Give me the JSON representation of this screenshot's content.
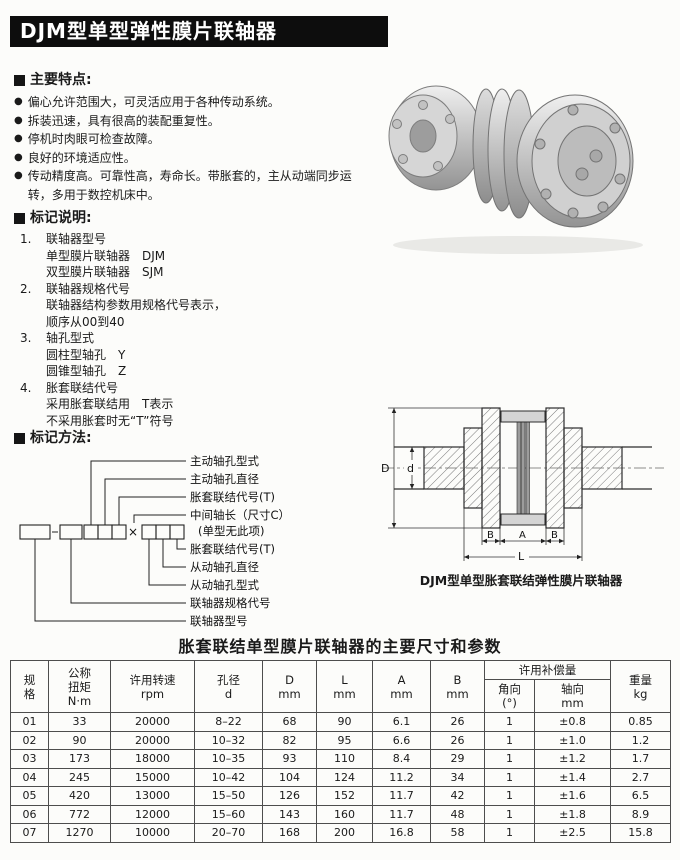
{
  "page": {
    "title": "DJM型单型弹性膜片联轴器"
  },
  "features": {
    "heading": "主要特点:",
    "bullet": "●",
    "items": [
      "偏心允许范围大，可灵活应用于各种传动系统。",
      "拆装迅速，具有很高的装配重复性。",
      "停机时肉眼可检查故障。",
      "良好的环境适应性。",
      "传动精度高。可靠性高，寿命长。带胀套的，主从动端同步运转，多用于数控机床中。"
    ]
  },
  "marking_notes": {
    "heading": "标记说明:",
    "items": [
      {
        "num": "1.",
        "lines": [
          "联轴器型号",
          "单型膜片联轴器　DJM",
          "双型膜片联轴器　SJM"
        ]
      },
      {
        "num": "2.",
        "lines": [
          "联轴器规格代号",
          "联轴器结构参数用规格代号表示，",
          "顺序从00到40"
        ]
      },
      {
        "num": "3.",
        "lines": [
          "轴孔型式",
          "圆柱型轴孔　Y",
          "圆锥型轴孔　Z"
        ]
      },
      {
        "num": "4.",
        "lines": [
          "胀套联结代号",
          "采用胀套联结用　T表示",
          "不采用胀套时无“T”符号"
        ]
      }
    ]
  },
  "marking_method": {
    "heading": "标记方法:",
    "times_sign": "×",
    "labels": [
      "主动轴孔型式",
      "主动轴孔直径",
      "胀套联结代号(T)",
      "中间轴长（尺寸C）",
      "(单型无此项)",
      "胀套联结代号(T)",
      "从动轴孔直径",
      "从动轴孔型式",
      "联轴器规格代号",
      "联轴器型号"
    ]
  },
  "drawing": {
    "caption": "DJM型单型胀套联结弹性膜片联轴器",
    "dims": {
      "D": "D",
      "d": "d",
      "B1": "B",
      "A": "A",
      "B2": "B",
      "L": "L"
    }
  },
  "table": {
    "title": "胀套联结单型膜片联轴器的主要尺寸和参数",
    "headers": {
      "spec": [
        "规",
        "格"
      ],
      "torque": [
        "公称",
        "扭矩",
        "N·m"
      ],
      "speed": [
        "许用转速",
        "rpm"
      ],
      "bore": [
        "孔径",
        "d"
      ],
      "D": [
        "D",
        "mm"
      ],
      "L": [
        "L",
        "mm"
      ],
      "A": [
        "A",
        "mm"
      ],
      "B": [
        "B",
        "mm"
      ],
      "comp": "许用补偿量",
      "angular": [
        "角向",
        "(°)"
      ],
      "axial": [
        "轴向",
        "mm"
      ],
      "weight": [
        "重量",
        "kg"
      ]
    },
    "rows": [
      [
        "01",
        "33",
        "20000",
        "8–22",
        "68",
        "90",
        "6.1",
        "26",
        "1",
        "±0.8",
        "0.85"
      ],
      [
        "02",
        "90",
        "20000",
        "10–32",
        "82",
        "95",
        "6.6",
        "26",
        "1",
        "±1.0",
        "1.2"
      ],
      [
        "03",
        "173",
        "18000",
        "10–35",
        "93",
        "110",
        "8.4",
        "29",
        "1",
        "±1.2",
        "1.7"
      ],
      [
        "04",
        "245",
        "15000",
        "10–42",
        "104",
        "124",
        "11.2",
        "34",
        "1",
        "±1.4",
        "2.7"
      ],
      [
        "05",
        "420",
        "13000",
        "15–50",
        "126",
        "152",
        "11.7",
        "42",
        "1",
        "±1.6",
        "6.5"
      ],
      [
        "06",
        "772",
        "12000",
        "15–60",
        "143",
        "160",
        "11.7",
        "48",
        "1",
        "±1.8",
        "8.9"
      ],
      [
        "07",
        "1270",
        "10000",
        "20–70",
        "168",
        "200",
        "16.8",
        "58",
        "1",
        "±2.5",
        "15.8"
      ]
    ]
  }
}
